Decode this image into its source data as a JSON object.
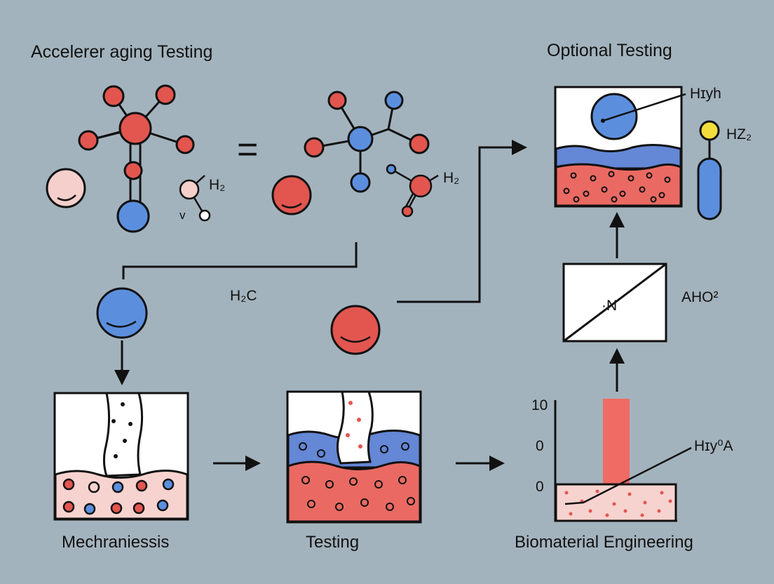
{
  "titles": {
    "left": "Accelerer aging Testing",
    "right": "Optional Testing"
  },
  "chem_labels": {
    "h2_left": "H₂",
    "v_mark": "v",
    "h2_right": "H₂",
    "h2c": "H₂C",
    "hiyh": "Hɪyh",
    "hz2": "HZ₂",
    "aho2": "AHO²",
    "n_box": "·N",
    "hiy0a": "Hɪy⁰A"
  },
  "equals_sign": "=",
  "captions": {
    "mechraniessis": "Mechraniessis",
    "testing": "Testing",
    "biomaterial": "Biomaterial Engineering"
  },
  "axis_ticks": [
    "10",
    "0",
    "0"
  ],
  "colors": {
    "background": "#a3b3bd",
    "red_atom": "#e2564f",
    "blue_atom": "#5b8fde",
    "pink_atom": "#f5cfcb",
    "yellow_atom": "#f2dd3c",
    "red_layer": "#ea6a63",
    "blue_layer": "#6487d6",
    "pink_layer": "#f7d3cf",
    "bar_red": "#f06b63"
  },
  "icons": {
    "molecule": "ball-and-stick-molecule-icon",
    "beaker": "layered-beaker-icon",
    "arrow": "arrow-icon",
    "probe": "yellow-capsule-probe-icon"
  }
}
